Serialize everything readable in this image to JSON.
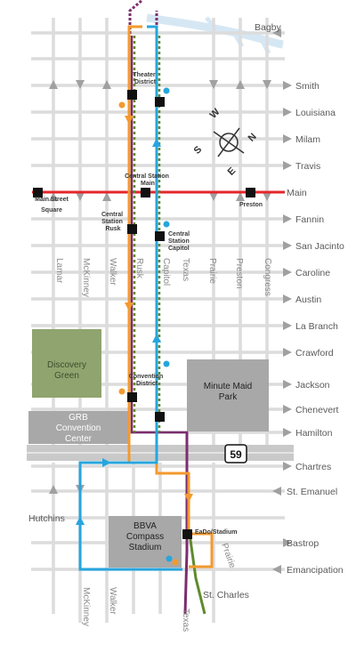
{
  "right_streets": [
    "Bagby",
    "Smith",
    "Louisiana",
    "Milam",
    "Travis",
    "Main",
    "Fannin",
    "San Jacinto",
    "Caroline",
    "Austin",
    "La Branch",
    "Crawford",
    "Jackson",
    "Chenevert",
    "Hamilton",
    "Chartres",
    "St. Emanuel",
    "Bastrop",
    "Emancipation",
    "St. Charles"
  ],
  "vertical_streets": [
    "Lamar",
    "McKinney",
    "Walker",
    "Rusk",
    "Capitol",
    "Texas",
    "Prairie",
    "Preston",
    "Congress"
  ],
  "bottom_streets": [
    "McKinney",
    "Walker",
    "Texas"
  ],
  "left_streets": [
    "Hutchins"
  ],
  "prairie_label": "Prairie",
  "stations": {
    "theater_district": "Theater District",
    "central_station_main": "Central Station Main",
    "central_station_rusk": "Central Station Rusk",
    "central_station_capitol": "Central Station Capitol",
    "main_street_square": "Main Street Square",
    "preston": "Preston",
    "convention_district": "Convention District",
    "eado_stadium": "EaDo/Stadium"
  },
  "landmarks": {
    "discovery_green": "Discovery Green",
    "minute_maid_park": "Minute Maid Park",
    "grb_convention_center": "GRB Convention Center",
    "bbva_compass_stadium": "BBVA Compass Stadium"
  },
  "highway_shield": "59",
  "compass": [
    "N",
    "S",
    "E",
    "W"
  ],
  "line_colors": {
    "red": "#e4262b",
    "orange": "#f39a2d",
    "blue": "#27a5de",
    "purple": "#7b2d6e",
    "green": "#5f8a2d",
    "street": "#dadada",
    "bayou": "#d6e7f4",
    "building": "#a8a8a8",
    "park": "#8fa46f"
  }
}
